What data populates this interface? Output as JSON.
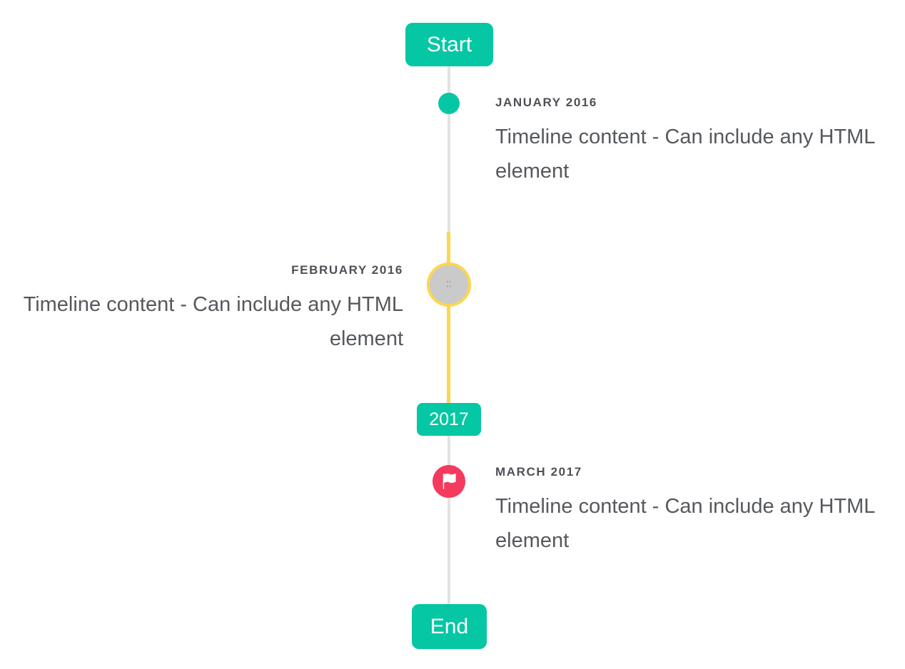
{
  "timeline": {
    "start_badge": "Start",
    "year_badge": "2017",
    "end_badge": "End",
    "february_marker_glyph": "▪▪\n×▪",
    "entries": [
      {
        "date": "JANUARY 2016",
        "content": "Timeline content - Can include any HTML element",
        "side": "right",
        "marker": "teal-dot"
      },
      {
        "date": "FEBRUARY 2016",
        "content": "Timeline content - Can include any HTML element",
        "side": "left",
        "marker": "gray-circle-yellow-ring-broken-image"
      },
      {
        "date": "MARCH 2017",
        "content": "Timeline content - Can include any HTML element",
        "side": "right",
        "marker": "red-flag-circle"
      }
    ],
    "colors": {
      "accent_teal": "#06c7a4",
      "active_yellow": "#fbd751",
      "marker_red": "#f5395f",
      "line_gray": "#e3e3e3",
      "circle_gray": "#cacaca",
      "date_text": "#4d5156",
      "content_text": "#55595e"
    }
  }
}
